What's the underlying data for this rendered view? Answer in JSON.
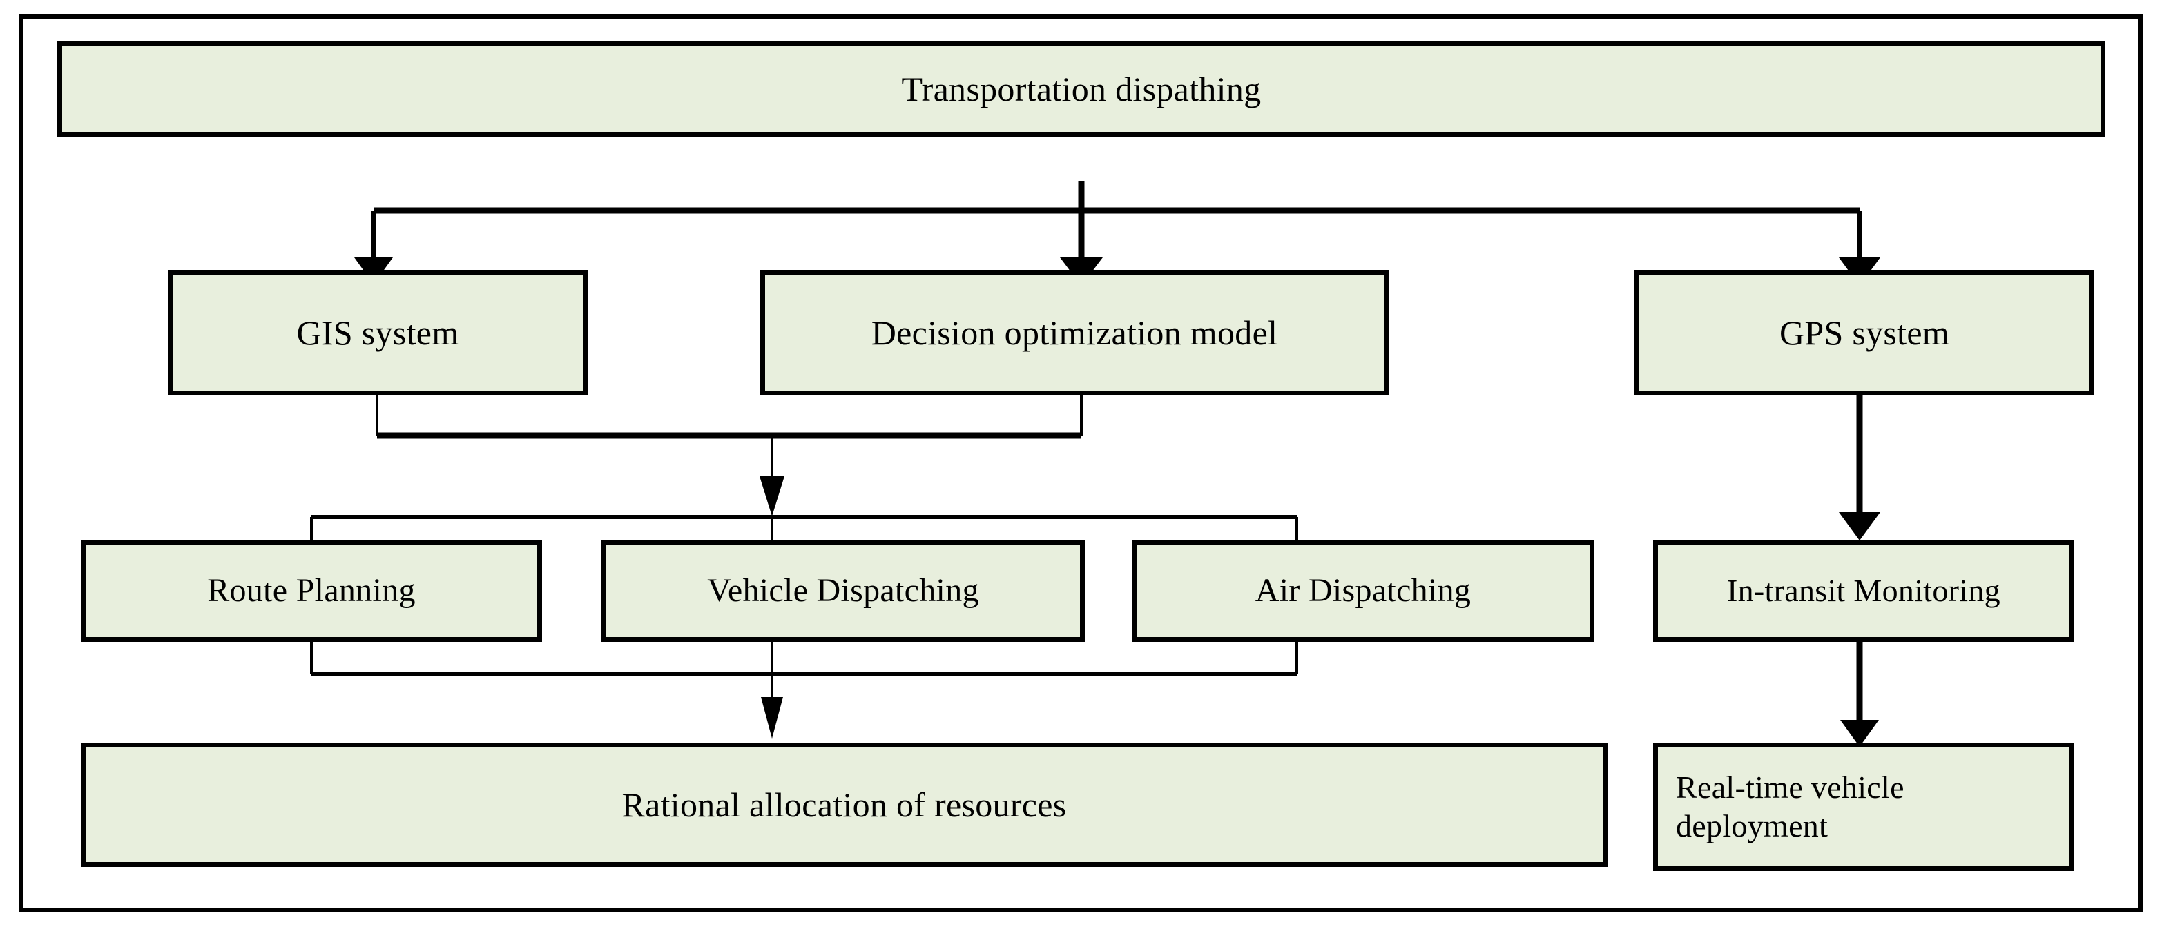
{
  "diagram": {
    "title_node": "Transportation dispathing",
    "nodes": [
      {
        "id": "transportation-dispatching",
        "label": "Transportation dispathing",
        "row": 1,
        "font_size": 50
      },
      {
        "id": "gis-system",
        "label": "GIS system",
        "row": 2,
        "font_size": 50
      },
      {
        "id": "decision-optimization-model",
        "label": "Decision optimization model",
        "row": 2,
        "font_size": 50
      },
      {
        "id": "gps-system",
        "label": "GPS system",
        "row": 2,
        "font_size": 50
      },
      {
        "id": "route-planning",
        "label": "Route Planning",
        "row": 3,
        "font_size": 48
      },
      {
        "id": "vehicle-dispatching",
        "label": "Vehicle Dispatching",
        "row": 3,
        "font_size": 48
      },
      {
        "id": "air-dispatching",
        "label": "Air Dispatching",
        "row": 3,
        "font_size": 48
      },
      {
        "id": "in-transit-monitoring",
        "label": "In-transit Monitoring",
        "row": 3,
        "font_size": 46
      },
      {
        "id": "rational-allocation-of-resources",
        "label": "Rational allocation of resources",
        "row": 4,
        "font_size": 50
      },
      {
        "id": "real-time-vehicle-deployment",
        "label": "Real-time vehicle deployment",
        "label_line1": "Real-time vehicle",
        "label_line2": "deployment",
        "row": 4,
        "font_size": 46
      }
    ],
    "edges": [
      {
        "from": "transportation-dispatching",
        "to": "gis-system"
      },
      {
        "from": "transportation-dispatching",
        "to": "decision-optimization-model"
      },
      {
        "from": "transportation-dispatching",
        "to": "gps-system"
      },
      {
        "from": "gis-system",
        "to": "dispatch-group"
      },
      {
        "from": "decision-optimization-model",
        "to": "dispatch-group"
      },
      {
        "from": "dispatch-group",
        "to": "route-planning"
      },
      {
        "from": "dispatch-group",
        "to": "vehicle-dispatching"
      },
      {
        "from": "dispatch-group",
        "to": "air-dispatching"
      },
      {
        "from": "route-planning",
        "to": "rational-allocation-of-resources"
      },
      {
        "from": "vehicle-dispatching",
        "to": "rational-allocation-of-resources"
      },
      {
        "from": "air-dispatching",
        "to": "rational-allocation-of-resources"
      },
      {
        "from": "gps-system",
        "to": "in-transit-monitoring"
      },
      {
        "from": "in-transit-monitoring",
        "to": "real-time-vehicle-deployment"
      }
    ],
    "colors": {
      "node_fill": "#e8efdd",
      "node_border": "#000000",
      "frame_border": "#000000",
      "text": "#000000",
      "background": "#ffffff"
    }
  }
}
